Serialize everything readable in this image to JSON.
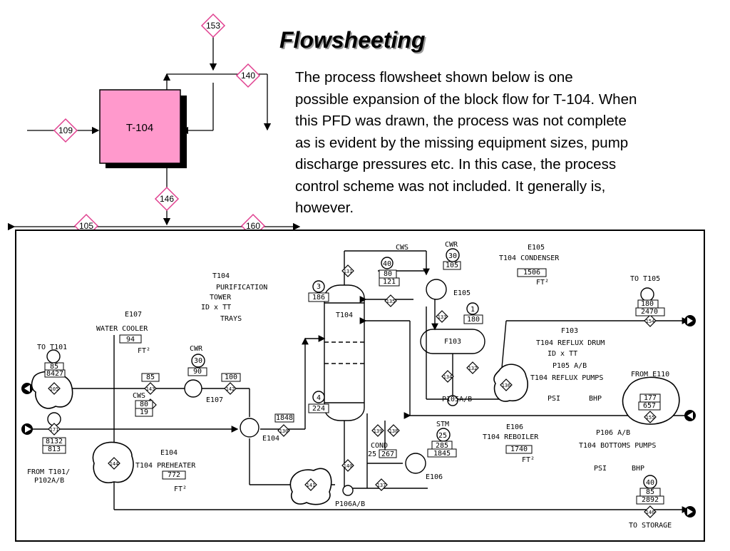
{
  "title": "Flowsheeting",
  "description_lines": [
    "The process flowsheet shown below is one",
    "possible expansion of the block flow for T-104.  When",
    "this PFD was drawn, the process was not complete",
    "as is evident by the missing equipment sizes, pump",
    "discharge pressures etc.  In this case, the process",
    "control scheme was not included.  It generally is,",
    "however."
  ],
  "block_flow": {
    "unit_label": "T-104",
    "unit_color": "#ff99cc",
    "diamond_color": "#e0408f",
    "streams": [
      "153",
      "140",
      "109",
      "146",
      "105",
      "160"
    ]
  },
  "pfd": {
    "equipment": {
      "e107": {
        "tag": "E107",
        "name": "WATER  COOLER",
        "area": "94",
        "units": "FT²"
      },
      "e104": {
        "tag": "E104",
        "name": "T104  PREHEATER",
        "area": "772",
        "units": "FT²"
      },
      "t104": {
        "tag": "T104",
        "name": "PURIFICATION",
        "name2": "TOWER",
        "dims": "ID x     TT",
        "trays": "TRAYS"
      },
      "e105": {
        "tag": "E105",
        "name": "T104  CONDENSER",
        "area": "1506",
        "units": "FT²"
      },
      "f103": {
        "tag": "F103",
        "name": "T104  REFLUX  DRUM",
        "dims": "ID x     TT"
      },
      "p105": {
        "tag": "P105 A/B",
        "name": "T104  REFLUX  PUMPS",
        "psi": "PSI",
        "bhp": "BHP"
      },
      "e106": {
        "tag": "E106",
        "name": "T104  REBOILER",
        "area": "1740",
        "units": "FT²"
      },
      "p106": {
        "tag": "P106 A/B",
        "name": "T104  BOTTOMS  PUMPS",
        "psi": "PSI",
        "bhp": "BHP"
      }
    },
    "labels": {
      "to_t101": "TO T101",
      "to_t105": "TO T105",
      "from_e110": "FROM E110",
      "from_t101": "FROM T101/",
      "from_t101b": "P102A/B",
      "to_storage": "TO  STORAGE",
      "cwr": "CWR",
      "cws": "CWS",
      "stm": "STM",
      "cond": "COND",
      "tower_tag": "T104",
      "drum_tag": "F103",
      "e107_tag": "E107",
      "e104_tag": "E104",
      "e105_tag": "E105",
      "e106_tag": "E106",
      "p105_tag": "P105A/B",
      "p106_tag": "P106A/B"
    },
    "stream_ids": {
      "s105": "105",
      "s142": "142",
      "s143": "143",
      "s145": "145",
      "s171": "171",
      "s144": "144",
      "s130": "130",
      "s131": "131",
      "s135": "135",
      "s133": "133",
      "s134": "134",
      "s132": "132",
      "s136": "136",
      "s139": "139",
      "s138": "138",
      "s140": "140",
      "s141": "141",
      "s137": "137",
      "s154": "154",
      "s155": "155",
      "s146": "146",
      "s153": "153"
    },
    "values": {
      "to_t101_temp": "85",
      "to_t101_flow": "8427",
      "cw_temp": "30",
      "cw_ret": "90",
      "e107_out_temp": "85",
      "e107_cws_temp": "80",
      "e107_cws_flow": "19",
      "e107_prod_temp": "100",
      "feed_flow": "8132",
      "feed_temp": "813",
      "e104_out_flow": "1848",
      "feed_tray": "4",
      "feed_tray_flow": "224",
      "top_tray": "3",
      "top_tray_flow": "186",
      "e105_cws_temp": "40",
      "e105_cws_flow": "80",
      "e105_cws_flow2": "121",
      "e105_cwr_temp": "30",
      "e105_cwr_flow": "105",
      "f103_pressure": "1",
      "f103_temp": "180",
      "t105_temp": "180",
      "t105_flow": "2470",
      "e110_temp": "177",
      "e110_flow": "657",
      "stm_temp": "25",
      "stm_flow": "285",
      "stm_flow2": "1845",
      "cond_temp": "25",
      "cond_flow": "267",
      "storage_temp": "40",
      "storage_temp2": "85",
      "storage_flow": "2892"
    }
  }
}
